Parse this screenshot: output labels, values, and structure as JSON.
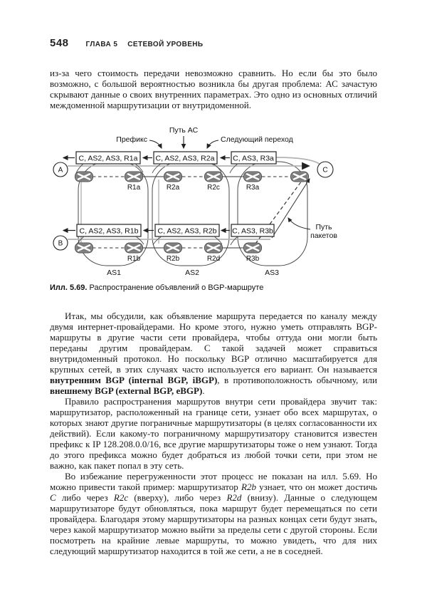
{
  "header": {
    "page_number": "548",
    "chapter": "ГЛАВА 5",
    "chapter_title": "СЕТЕВОЙ УРОВЕНЬ"
  },
  "figure": {
    "caption": {
      "label": "Илл. 5.69.",
      "text": "Распространение объявлений о BGP-маршруте"
    },
    "labels": {
      "as_path": "Путь АС",
      "prefix": "Префикс",
      "next_hop": "Следующий переход",
      "packet_path_line1": "Путь",
      "packet_path_line2": "пакетов"
    },
    "nodes": {
      "a": "A",
      "b": "B",
      "c": "C"
    },
    "route_ads_top": [
      "C, AS2, AS3, R1a",
      "C, AS2, AS3, R2a",
      "C, AS3, R3a"
    ],
    "route_ads_bottom": [
      "C, AS2, AS3, R1b",
      "C, AS2, AS3, R2b",
      "C, AS3, R3b"
    ],
    "router_labels_top": [
      "R1a",
      "R2a",
      "R2c",
      "R3a"
    ],
    "router_labels_bottom": [
      "R1b",
      "R2b",
      "R2d",
      "R3b"
    ],
    "as_labels": [
      "AS1",
      "AS2",
      "AS3"
    ]
  },
  "paragraphs": [
    {
      "segments": [
        {
          "t": "из-за чего стоимость передачи невозможно сравнить. Но если бы это было возможно, с большой вероятностью возникла бы другая проблема: АС зачастую скрывают данные о своих внутренних параметрах. Это одно из основных отличий междоменной маршрутизации от внутридоменной."
        }
      ]
    },
    {
      "segments": [
        {
          "t": "Итак, мы обсудили, как объявление маршрута передается по каналу между двумя интернет-провайдерами. Но кроме этого, нужно уметь отправлять BGP-маршруты в другие части сети провайдера, чтобы оттуда они могли быть переданы другим провайдерам. С такой задачей может справиться внутридоменный протокол. Но поскольку BGP отлично масштабируется для крупных сетей, в этих случаях часто используется его вариант. Он называется "
        },
        {
          "t": "внутренним BGP (internal BGP, iBGP)",
          "b": true
        },
        {
          "t": ", в противоположность обычному, или "
        },
        {
          "t": "внешнему BGP (external BGP, eBGP)",
          "b": true
        },
        {
          "t": "."
        }
      ]
    },
    {
      "segments": [
        {
          "t": "Правило распространения маршрутов внутри сети провайдера звучит так: маршрутизатор, расположенный на границе сети, узнает обо всех маршрутах, о которых знают другие пограничные маршрутизаторы (в целях согласованности их действий). Если какому-то пограничному маршрутизатору становится известен префикс к IP 128.208.0.0/16, все другие маршрутизаторы тоже о нем узнают. Тогда до этого префикса можно будет добраться из любой точки сети, при этом не важно, как пакет попал в эту сеть."
        }
      ]
    },
    {
      "segments": [
        {
          "t": "Во избежание перегруженности этот процесс не показан на илл. 5.69. Но можно привести такой пример: маршрутизатор "
        },
        {
          "t": "R2b",
          "i": true
        },
        {
          "t": " узнает, что он может достичь "
        },
        {
          "t": "C",
          "i": true
        },
        {
          "t": " либо через "
        },
        {
          "t": "R2c",
          "i": true
        },
        {
          "t": " (вверху), либо через "
        },
        {
          "t": "R2d",
          "i": true
        },
        {
          "t": " (внизу). Данные о следующем маршрутизаторе будут обновляться, пока маршрут будет перемещаться по сети провайдера. Благодаря этому маршрутизаторы на разных концах сети будут знать, через какой маршрутизатор можно выйти за пределы сети с другой стороны. Если посмотреть на крайние левые маршруты, то можно увидеть, что для них следующий маршрутизатор находится в той же сети, а не в соседней."
        }
      ]
    }
  ]
}
